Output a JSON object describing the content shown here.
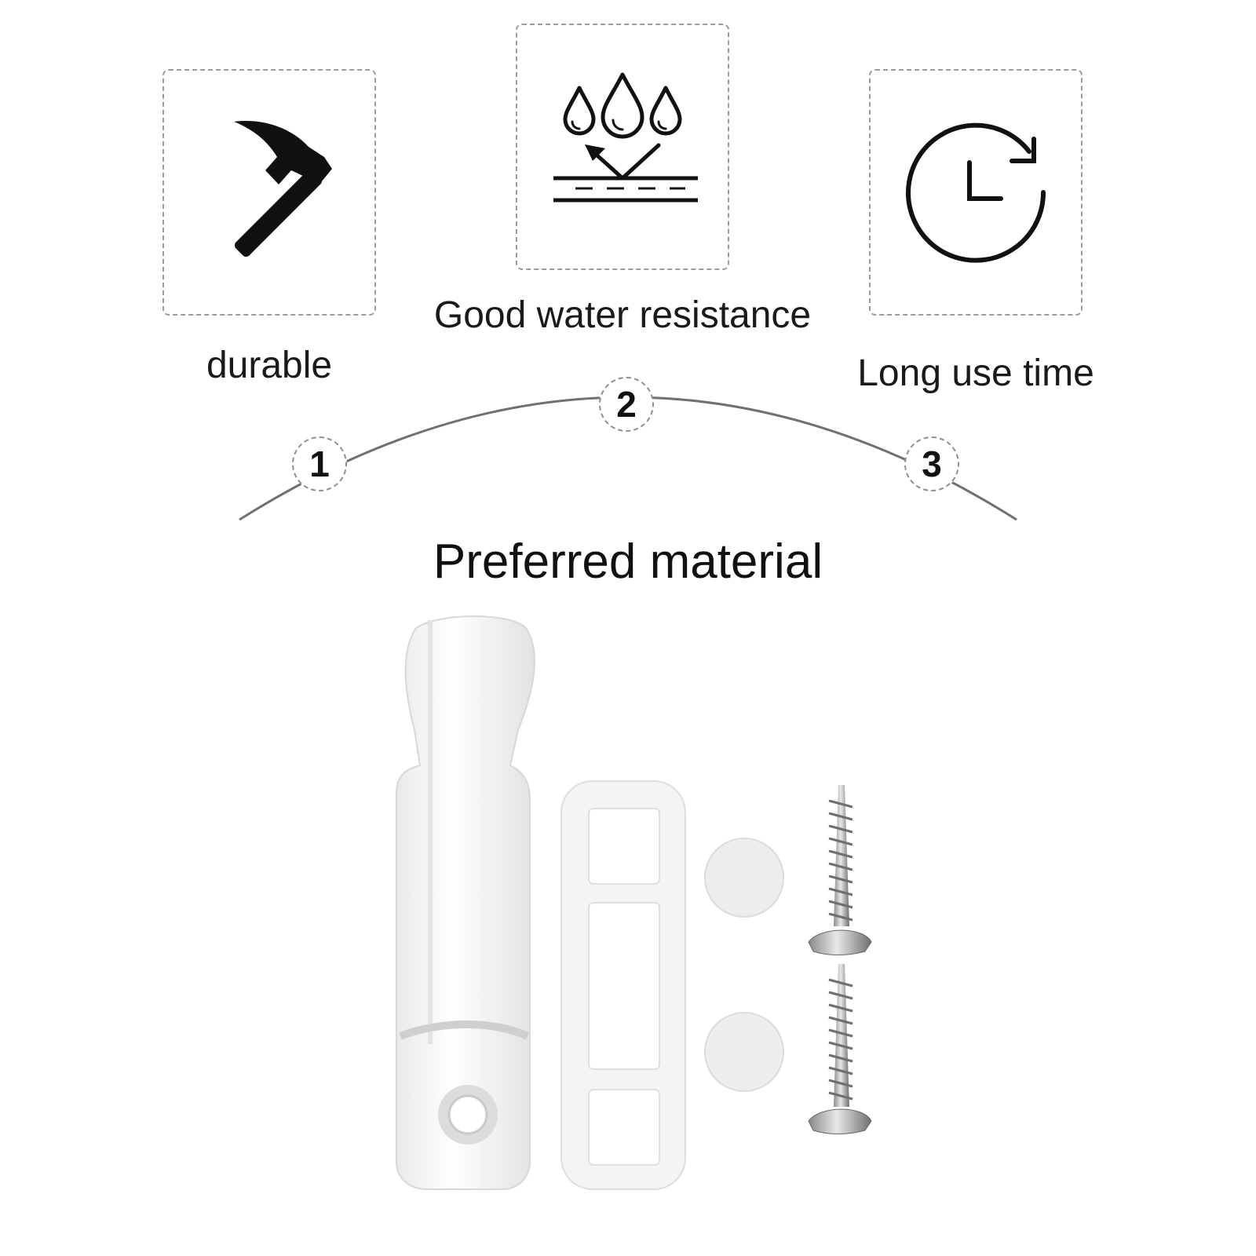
{
  "features": [
    {
      "number": "1",
      "label": "durable",
      "icon": "hammer-icon"
    },
    {
      "number": "2",
      "label": "Good water resistance",
      "icon": "water-resistance-icon"
    },
    {
      "number": "3",
      "label": "Long use time",
      "icon": "clock-refresh-icon"
    }
  ],
  "title": "Preferred material",
  "colors": {
    "icon": "#111111",
    "dash": "#9a9a9a",
    "arc": "#707070",
    "part": "#f4f4f4"
  }
}
